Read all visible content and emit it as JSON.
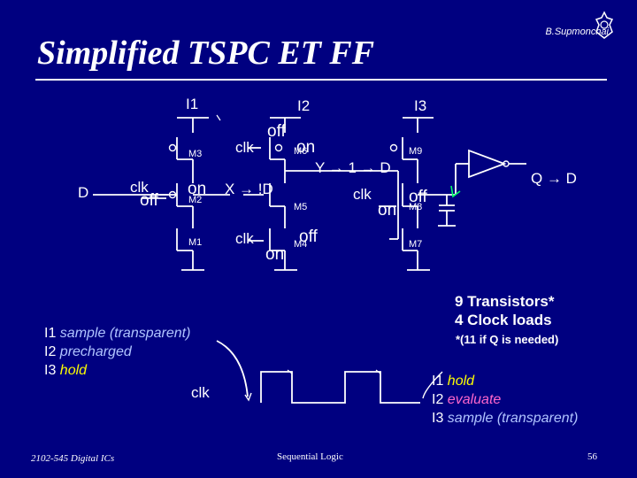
{
  "header": {
    "author": "B.Supmonchai",
    "title": "Simplified TSPC ET FF"
  },
  "circuit": {
    "stage_labels": [
      "I1",
      "I2",
      "I3"
    ],
    "transistors": [
      "M3",
      "M2",
      "M1",
      "M6",
      "M5",
      "M4",
      "M9",
      "M8",
      "M7"
    ],
    "signals": {
      "input": "D",
      "clk": "clk",
      "node_x": "X",
      "node_y": "Y",
      "output": "Q"
    },
    "annotations": {
      "m2_state": "off",
      "m2_next": "on",
      "m6_state": "off",
      "m6_next": "on",
      "m4_state": "on",
      "m4_next": "off",
      "m8_state": "on",
      "m8_next": "off",
      "x_arrow": "X → !D",
      "y_arrow": "Y → 1 → D",
      "q_arrow": "Q → D"
    }
  },
  "left_note": {
    "i1": "I1",
    "i1_state": "sample (transparent)",
    "i2": "I2",
    "i2_state": "precharged",
    "i3": "I3",
    "i3_state": "hold"
  },
  "right_note": {
    "i1": "I1",
    "i1_state": "hold",
    "i2": "I2",
    "i2_state": "evaluate",
    "i3": "I3",
    "i3_state": "sample (transparent)"
  },
  "summary": {
    "line1": "9 Transistors*",
    "line2": "4 Clock loads",
    "footnote": "*(11 if Q is needed)"
  },
  "clock_label": "clk",
  "footer": {
    "left": "2102-545 Digital ICs",
    "center": "Sequential Logic",
    "page": "56"
  },
  "colors": {
    "background": "#000080",
    "accent": "#ffff00",
    "pink": "#ff66cc",
    "blue": "#b0c4ff"
  }
}
